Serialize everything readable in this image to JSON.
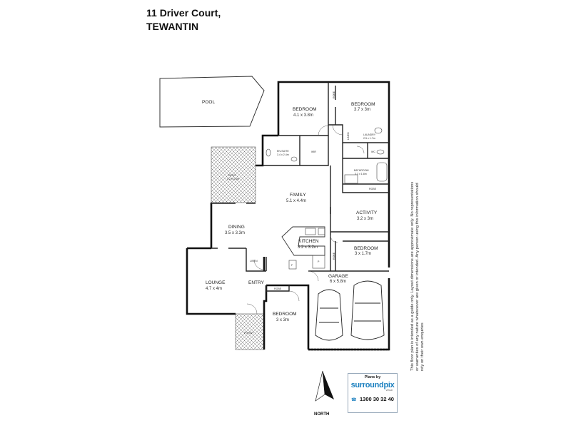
{
  "address": {
    "line1": "11 Driver Court,",
    "line2": "TEWANTIN"
  },
  "rooms": {
    "pool": {
      "name": "POOL"
    },
    "bedroom1": {
      "name": "BEDROOM",
      "dims": "4.1 x 3.8m"
    },
    "bedroom2": {
      "name": "BEDROOM",
      "dims": "3.7 x 3m"
    },
    "ensuite": {
      "name": "EN-SUITE",
      "dims": "3.4 x 2.4m"
    },
    "wir": {
      "name": "WIR"
    },
    "robe1": {
      "name": "ROBE"
    },
    "linen1": {
      "name": "LINEN"
    },
    "laundry": {
      "name": "LAUNDRY",
      "dims": "2.5 x 1.7m"
    },
    "wc": {
      "name": "WC"
    },
    "bathroom": {
      "name": "BATHROOM",
      "dims": "3.3 x 1.8m"
    },
    "robe2": {
      "name": "ROBE"
    },
    "patio": {
      "name": "PATIO",
      "dims": "4.2 x 3.5m"
    },
    "family": {
      "name": "FAMILY",
      "dims": "5.1 x 4.4m"
    },
    "activity": {
      "name": "ACTIVITY",
      "dims": "3.2 x 3m"
    },
    "dining": {
      "name": "DINING",
      "dims": "3.5 x 3.3m"
    },
    "kitchen": {
      "name": "KITCHEN",
      "dims": "3.2 x 3.2m"
    },
    "robe3": {
      "name": "ROBE"
    },
    "bedroom3": {
      "name": "BEDROOM",
      "dims": "3 x 1.7m"
    },
    "linen2": {
      "name": "LINEN"
    },
    "lounge": {
      "name": "LOUNGE",
      "dims": "4.7 x 4m"
    },
    "entry": {
      "name": "ENTRY"
    },
    "garage": {
      "name": "GARAGE",
      "dims": "6 x 5.8m"
    },
    "robe4": {
      "name": "ROBE"
    },
    "bedroom4": {
      "name": "BEDROOM",
      "dims": "3 x 3m"
    },
    "porch": {
      "name": "PORCH"
    }
  },
  "appliance_labels": {
    "fridge": "F",
    "pantry": "P"
  },
  "compass": {
    "label": "NORTH"
  },
  "logo": {
    "heading": "Plans by",
    "brand": "surroundpix",
    "sub": "virtual",
    "phone": "1300 30 32 40"
  },
  "disclaimer": "This floor plan is intended as a guide only. Layout dimensions are approximate only. No representations or warranties of any nature whatsoever are given or intended. Any person using this information should rely on their own enquiries"
}
